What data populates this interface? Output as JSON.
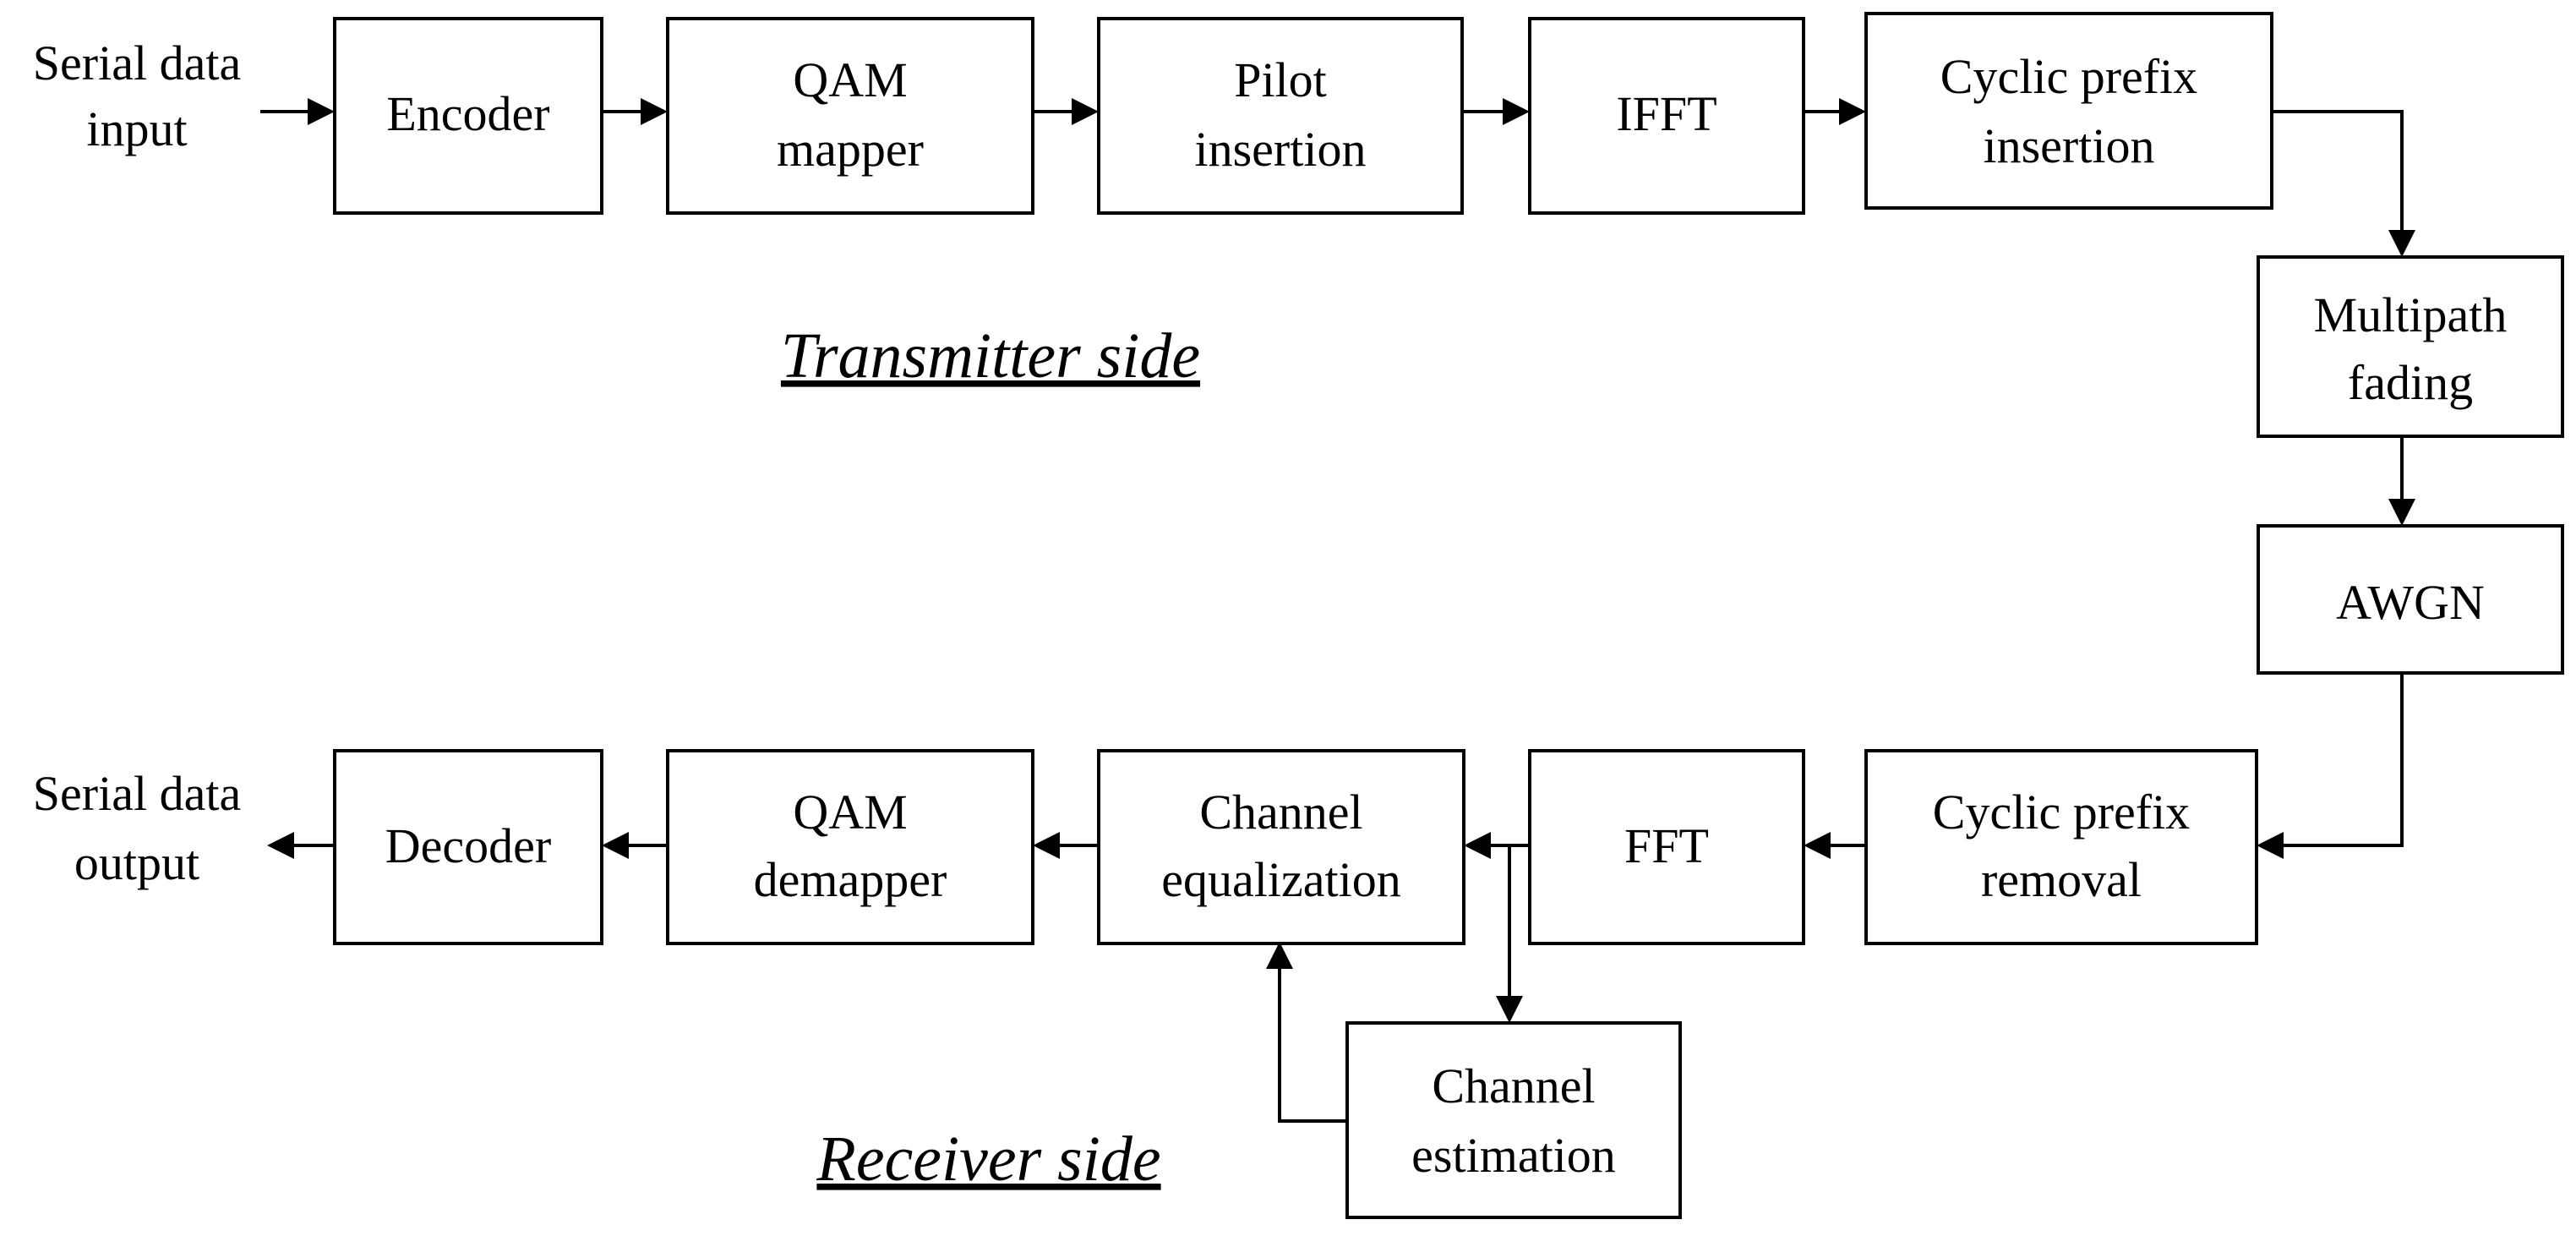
{
  "input_label": [
    "Serial data",
    "input"
  ],
  "output_label": [
    "Serial data",
    "output"
  ],
  "transmitter_title": "Transmitter side",
  "receiver_title": "Receiver side",
  "blocks": {
    "encoder": [
      "Encoder"
    ],
    "qam_mapper": [
      "QAM",
      "mapper"
    ],
    "pilot_insertion": [
      "Pilot",
      "insertion"
    ],
    "ifft": [
      "IFFT"
    ],
    "cp_insertion": [
      "Cyclic prefix",
      "insertion"
    ],
    "multipath_fading": [
      "Multipath",
      "fading"
    ],
    "awgn": [
      "AWGN"
    ],
    "cp_removal": [
      "Cyclic prefix",
      "removal"
    ],
    "fft": [
      "FFT"
    ],
    "channel_equalization": [
      "Channel",
      "equalization"
    ],
    "qam_demapper": [
      "QAM",
      "demapper"
    ],
    "decoder": [
      "Decoder"
    ],
    "channel_estimation": [
      "Channel",
      "estimation"
    ]
  }
}
